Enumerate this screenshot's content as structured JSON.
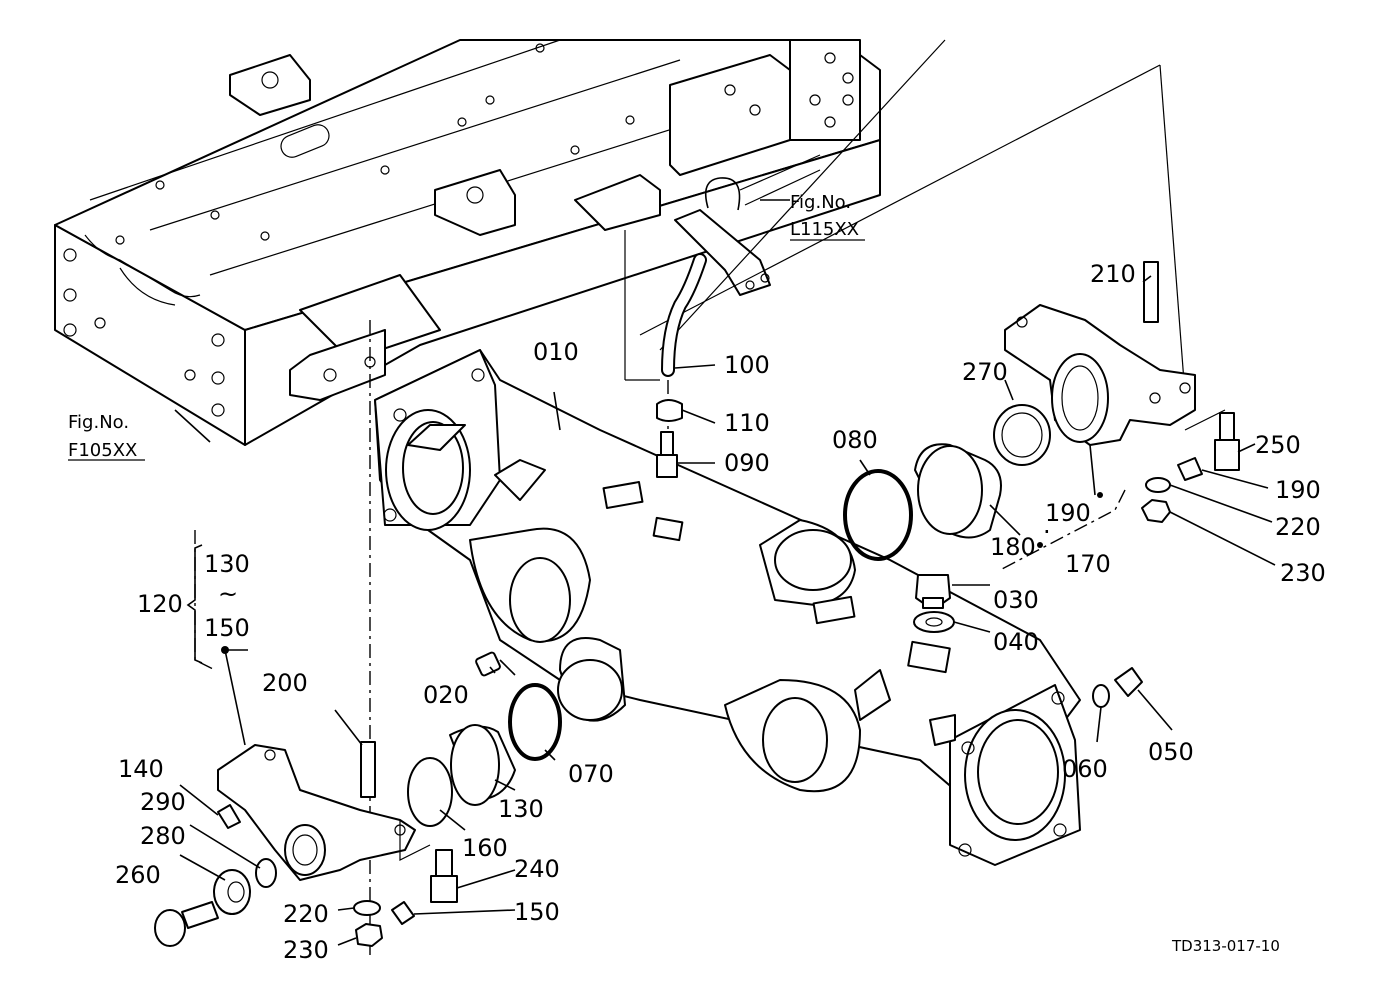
{
  "figure_code": "TD313-017-10",
  "references": [
    {
      "id": "ref-f105xx",
      "line1": "Fig.No.",
      "line2": "F105XX"
    },
    {
      "id": "ref-l115xx",
      "line1": "Fig.No.",
      "line2": "L115XX"
    }
  ],
  "labels": {
    "p010": "010",
    "p020": "020",
    "p030": "030",
    "p040": "040",
    "p050": "050",
    "p060": "060",
    "p070": "070",
    "p080": "080",
    "p090": "090",
    "p100": "100",
    "p110": "110",
    "p120": "120",
    "p130a": "130",
    "p130b": "130",
    "p140": "140",
    "p150a": "150",
    "p150b": "150",
    "p160": "160",
    "p170": "170",
    "p180": "180",
    "p190a": "190",
    "p190b": "190",
    "p200": "200",
    "p210": "210",
    "p220a": "220",
    "p220b": "220",
    "p230a": "230",
    "p230b": "230",
    "p240": "240",
    "p250": "250",
    "p260": "260",
    "p270": "270",
    "p280": "280",
    "p290": "290"
  },
  "range_mark": "~"
}
